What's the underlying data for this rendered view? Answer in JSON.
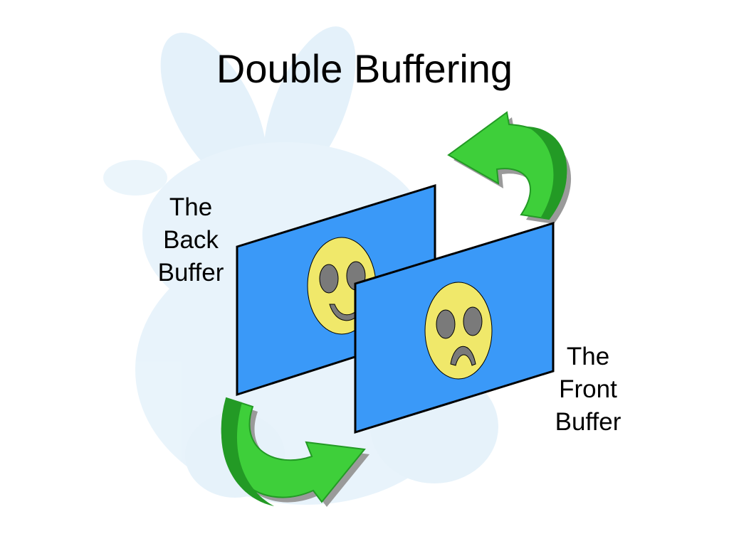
{
  "slide": {
    "title": "Double Buffering"
  },
  "back_buffer": {
    "label_lines": [
      "The",
      "Back",
      "Buffer"
    ],
    "face_expression": "smiling"
  },
  "front_buffer": {
    "label_lines": [
      "The",
      "Front",
      "Buffer"
    ],
    "face_expression": "frowning"
  },
  "colors": {
    "panel_fill": "#3a99f8",
    "panel_stroke": "#000000",
    "face_fill": "#f0e86a",
    "face_features": "#7a7a7a",
    "arrow_fill": "#3ecf3a",
    "arrow_dark": "#239a25",
    "arrow_shadow": "#9a9a9a",
    "watermark": "#cfe6f6"
  },
  "icons": {
    "background": "bunny-watermark-icon",
    "swap_top": "curved-arrow-icon",
    "swap_bottom": "curved-arrow-icon"
  }
}
